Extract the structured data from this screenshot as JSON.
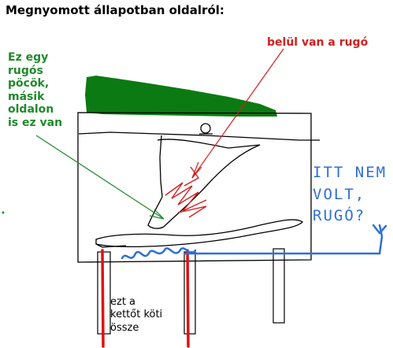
{
  "title": "Megnyomott állapotban oldalról:",
  "annotations": {
    "spring_inside": "belül van a rugó",
    "spring_lever": "Ez egy\nrugós\npöcök,\nmásik\noldalon\nis ez van",
    "connects_these": "ezt a\nkettőt köti\nössze",
    "no_spring_here": "ITT NEM\nVOLT,\nRUGÓ?"
  },
  "colors": {
    "outline": "#000000",
    "cap": "#0c7a12",
    "spring_arrow": "#d21f1f",
    "lever_arrow": "#1f8a2a",
    "pins": "#e01010",
    "note": "#2f6fd6"
  }
}
